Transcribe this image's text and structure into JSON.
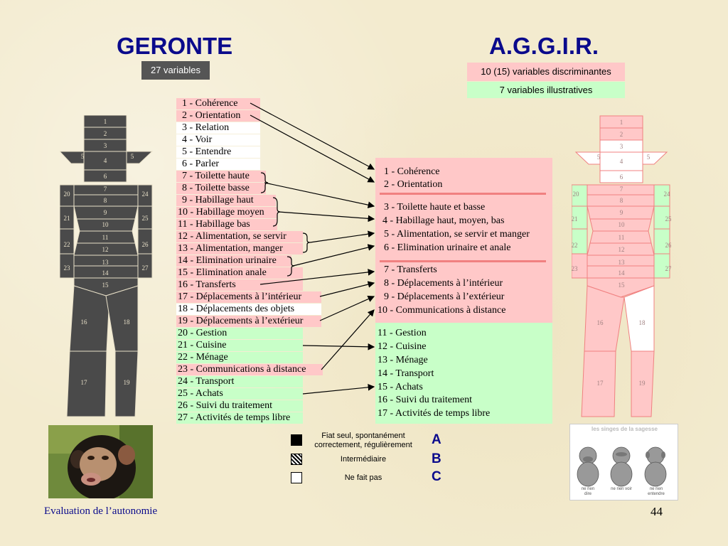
{
  "titles": {
    "left": "GERONTE",
    "right": "A.G.G.I.R."
  },
  "badges": {
    "left": "27 variables",
    "right_top": "10 (15) variables discriminantes",
    "right_bottom": "7 variables illustratives"
  },
  "geronte_list": [
    {
      "label": "1 - Cohérence",
      "group": "pink"
    },
    {
      "label": "2 - Orientation",
      "group": "pink"
    },
    {
      "label": "3 - Relation",
      "group": "white"
    },
    {
      "label": "4 - Voir",
      "group": "white"
    },
    {
      "label": "5 - Entendre",
      "group": "white"
    },
    {
      "label": "6 - Parler",
      "group": "white"
    },
    {
      "label": "7 - Toilette haute",
      "group": "pink"
    },
    {
      "label": "8 - Toilette basse",
      "group": "pink"
    },
    {
      "label": "9 - Habillage haut",
      "group": "pink"
    },
    {
      "label": "10 - Habillage moyen",
      "group": "pink"
    },
    {
      "label": "11 - Habillage bas",
      "group": "pink"
    },
    {
      "label": "12 - Alimentation, se servir",
      "group": "pink"
    },
    {
      "label": "13 - Alimentation, manger",
      "group": "pink"
    },
    {
      "label": "14 - Elimination urinaire",
      "group": "pink"
    },
    {
      "label": "15 - Elimination anale",
      "group": "pink"
    },
    {
      "label": "16 - Transferts",
      "group": "pink"
    },
    {
      "label": "17 - Déplacements à l’intérieur",
      "group": "pink"
    },
    {
      "label": "18 - Déplacements des objets",
      "group": "white"
    },
    {
      "label": "19 - Déplacements à l’extérieur",
      "group": "pink"
    },
    {
      "label": "20 - Gestion",
      "group": "green"
    },
    {
      "label": "21 - Cuisine",
      "group": "green"
    },
    {
      "label": "22 - Ménage",
      "group": "green"
    },
    {
      "label": "23 - Communications à distance",
      "group": "pink"
    },
    {
      "label": "24 - Transport",
      "group": "green"
    },
    {
      "label": "25 - Achats",
      "group": "green"
    },
    {
      "label": "26 - Suivi du traitement",
      "group": "green"
    },
    {
      "label": "27 - Activités de temps libre",
      "group": "green"
    }
  ],
  "aggir_discriminant": [
    "1 - Cohérence",
    "2 - Orientation",
    "3 - Toilette haute et basse",
    "4 - Habillage haut, moyen, bas",
    "5 - Alimentation, se servir et manger",
    "6 - Elimination urinaire et anale",
    "7 - Transferts",
    "8 - Déplacements à l’intérieur",
    "9 - Déplacements à l’extérieur",
    "10 - Communications à distance"
  ],
  "aggir_illustrative": [
    "11 - Gestion",
    "12 - Cuisine",
    "13 - Ménage",
    "14 - Transport",
    "15 - Achats",
    "16 - Suivi du traitement",
    "17 - Activités de temps libre"
  ],
  "figure_labels": {
    "n1": "1",
    "n2": "2",
    "n3": "3",
    "n4": "4",
    "n5": "5",
    "n6": "6",
    "n7": "7",
    "n8": "8",
    "n9": "9",
    "n10": "10",
    "n11": "11",
    "n12": "12",
    "n13": "13",
    "n14": "14",
    "n15": "15",
    "n16": "16",
    "n17": "17",
    "n18": "18",
    "n19": "19",
    "n20": "20",
    "n21": "21",
    "n22": "22",
    "n23": "23",
    "n24": "24",
    "n25": "25",
    "n26": "26",
    "n27": "27"
  },
  "legend": {
    "a_text": "Fiat seul, spontanément correctement, régulièrement",
    "a_letter": "A",
    "b_text": "Intermédiaire",
    "b_letter": "B",
    "c_text": "Ne fait pas",
    "c_letter": "C"
  },
  "monkeys_caption": {
    "title": "les singes de la sagesse",
    "dire": "ne rien dire",
    "voir": "ne rien voir",
    "entendre": "ne rien entendre"
  },
  "footer": {
    "caption": "Evaluation de l’autonomie",
    "page": "44"
  },
  "colors": {
    "title": "#0a0a8c",
    "pink": "#ffc8c8",
    "green": "#c8ffc8",
    "dark_figure": "#4a4a4a"
  }
}
